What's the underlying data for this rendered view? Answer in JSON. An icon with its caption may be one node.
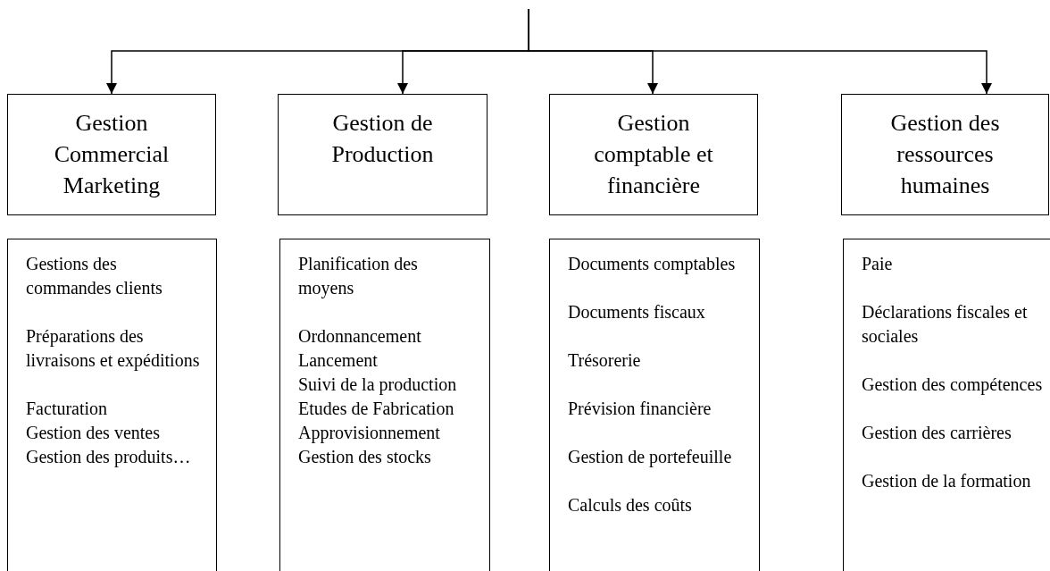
{
  "diagram": {
    "nodes": [
      {
        "text": [
          "Gestion Commercial Marketing"
        ]
      },
      {
        "text": [
          "Gestion de Production"
        ]
      },
      {
        "text": [
          "Gestion comptable et financière"
        ]
      },
      {
        "text": [
          "Gestion des ressources humaines"
        ]
      },
      {
        "text": [
          "Gestions des commandes clients",
          "Préparations des livraisons et expéditions",
          "Facturation",
          "Gestion des ventes",
          "Gestion des produits…"
        ]
      },
      {
        "text": [
          "Planification des moyens",
          "Ordonnancement",
          "Lancement",
          "Suivi de la production",
          "Etudes de Fabrication",
          "Approvisionnement",
          "Gestion des stocks"
        ]
      },
      {
        "text": [
          "Documents comptables",
          "Documents fiscaux",
          "Trésorerie",
          "Prévision financière",
          "Gestion de portefeuille",
          "Calculs des coûts"
        ]
      },
      {
        "text": [
          "Paie",
          "Déclarations fiscales et sociales",
          "Gestion des compétences",
          "Gestion des carrières",
          "Gestion de la formation"
        ]
      }
    ],
    "edges": [
      {
        "from": null,
        "to": 0,
        "arrow": "to"
      },
      {
        "from": null,
        "to": 1,
        "arrow": "to"
      },
      {
        "from": null,
        "to": 2,
        "arrow": "to"
      },
      {
        "from": null,
        "to": 3,
        "arrow": "to"
      }
    ]
  }
}
